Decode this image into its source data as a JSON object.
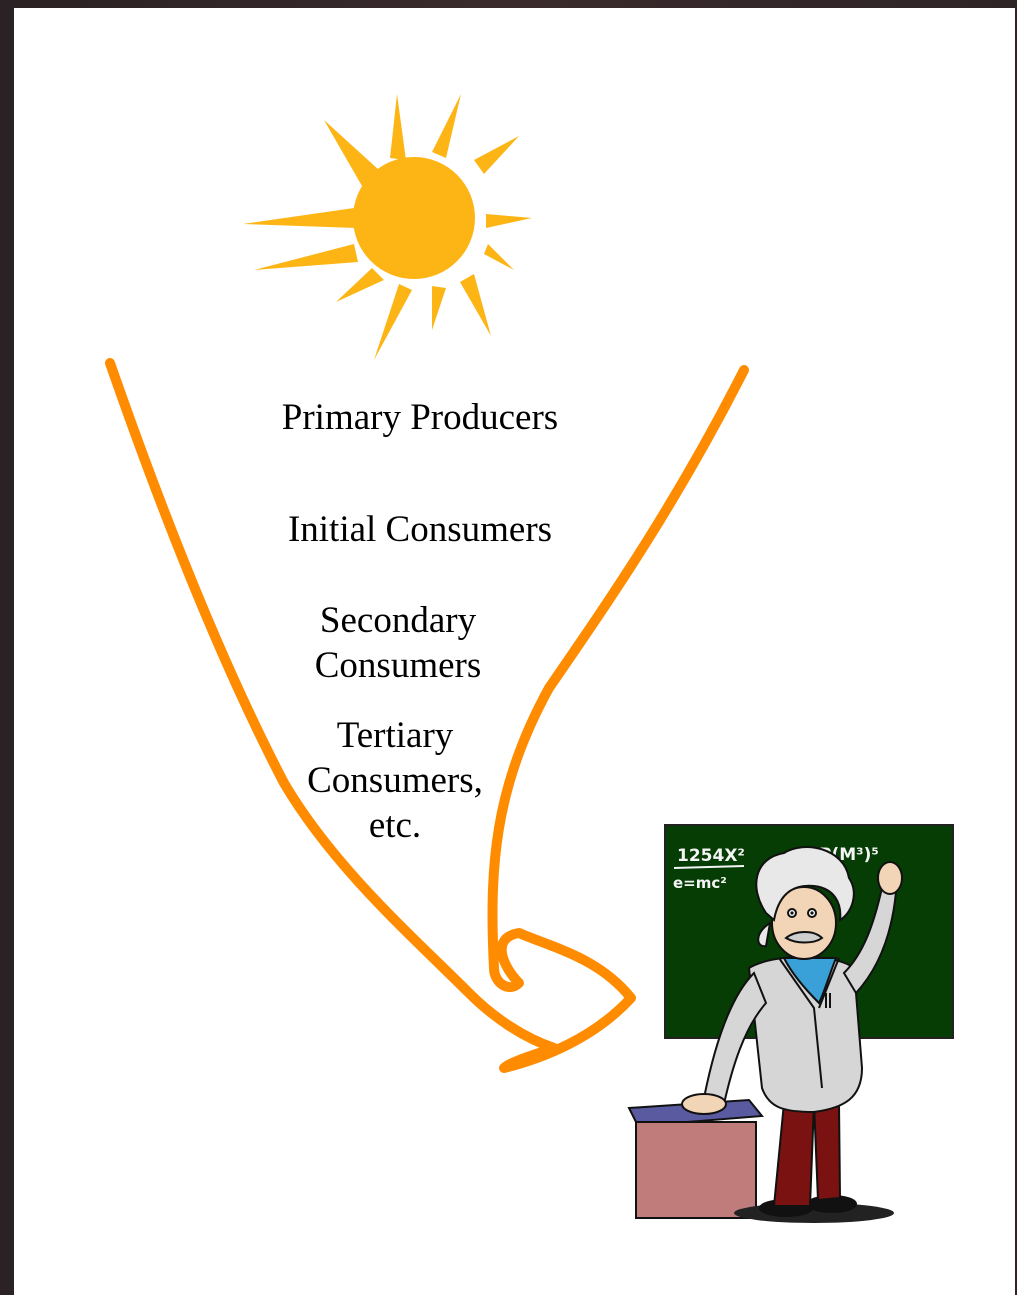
{
  "diagram": {
    "labels": {
      "primary": "Primary Producers",
      "initial": "Initial Consumers",
      "secondary": [
        "Secondary",
        "Consumers"
      ],
      "tertiary": [
        "Tertiary",
        "Consumers,",
        "etc."
      ]
    },
    "chalkboard": {
      "line1": "1254X²",
      "line2": "e=mc²",
      "line3": "P(M³)⁵"
    },
    "colors": {
      "sun": "#fdb515",
      "arrow": "#ff8c00",
      "board": "#053d05",
      "coat": "#d6d6d6",
      "pants": "#7b1212",
      "podium": "#c07b7b",
      "podium_top": "#5a5aa0"
    }
  }
}
